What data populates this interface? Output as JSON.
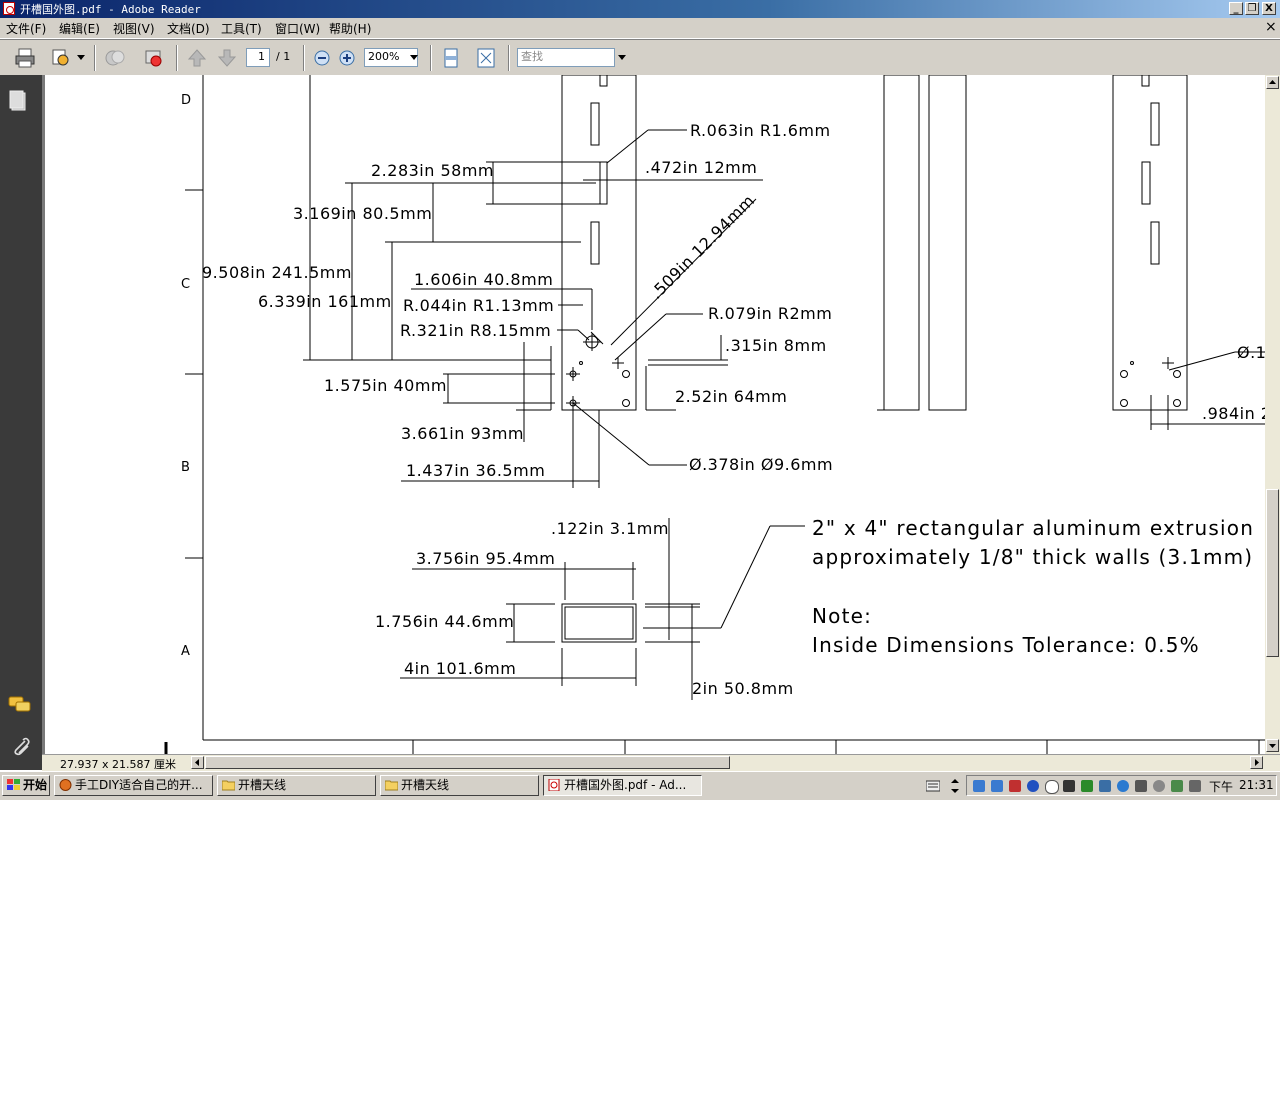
{
  "window": {
    "title": "开槽国外图.pdf - Adobe Reader",
    "minimize_glyph": "_",
    "restore_glyph": "❐",
    "close_glyph": "X",
    "doc_close_glyph": "×"
  },
  "menu": {
    "items": [
      "文件(F)",
      "编辑(E)",
      "视图(V)",
      "文档(D)",
      "工具(T)",
      "窗口(W)",
      "帮助(H)"
    ]
  },
  "toolbar": {
    "page_current": "1",
    "page_total": "/ 1",
    "zoom": "200%",
    "search_placeholder": "查找"
  },
  "status": {
    "page_size": "27.937 x 21.587 厘米"
  },
  "drawing": {
    "row_labels": [
      "D",
      "C",
      "B",
      "A"
    ],
    "dims": [
      "R.063in  R1.6mm",
      "2.283in  58mm",
      ".472in  12mm",
      "3.169in  80.5mm",
      "9.508in  241.5mm",
      "1.606in  40.8mm",
      ".509in  12.94mm",
      "6.339in  161mm",
      "R.044in  R1.13mm",
      "R.321in  R8.15mm",
      "R.079in  R2mm",
      ".315in  8mm",
      "1.575in  40mm",
      "2.52in  64mm",
      "3.661in  93mm",
      "Ø.378in  Ø9.6mm",
      "1.437in  36.5mm",
      ".122in  3.1mm",
      "3.756in  95.4mm",
      "1.756in  44.6mm",
      "4in  101.6mm",
      "2in  50.8mm",
      "Ø.1",
      ".984in  2"
    ],
    "notes": [
      "2\" x 4\" rectangular aluminum extrusion",
      "approximately 1/8\" thick walls (3.1mm)",
      "Note:",
      "Inside Dimensions Tolerance: 0.5%"
    ]
  },
  "taskbar": {
    "start": "开始",
    "tasks": [
      "手工DIY适合自己的开...",
      "开槽天线",
      "开槽天线",
      "开槽国外图.pdf - Ad..."
    ],
    "ime": "下午",
    "clock": "21:31"
  },
  "colors": {
    "title_start": "#0a246a",
    "title_end": "#a6caf0",
    "chrome": "#d4d0c8",
    "nav_dark": "#3a3a3a"
  }
}
